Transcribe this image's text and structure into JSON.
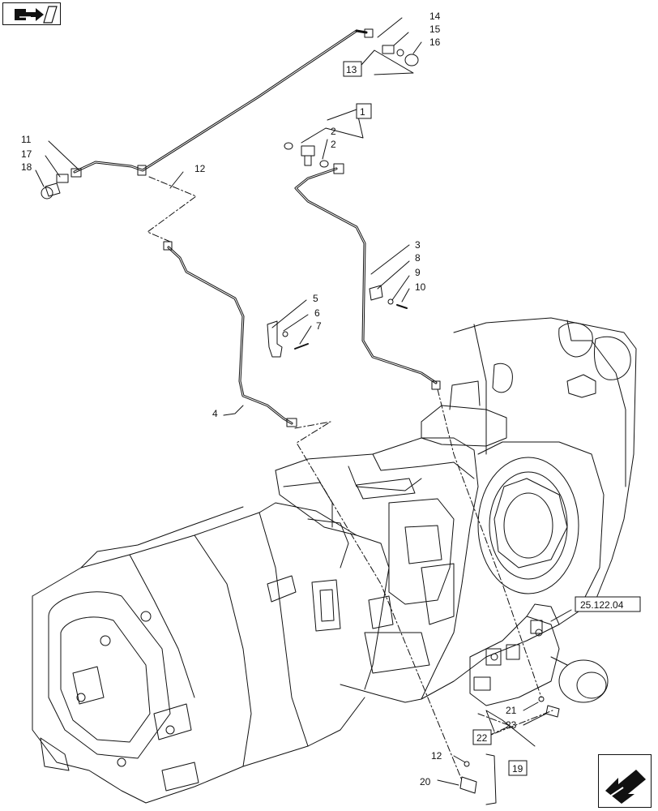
{
  "labels": {
    "l1": "1",
    "l2a": "2",
    "l2b": "2",
    "l3": "3",
    "l4": "4",
    "l5": "5",
    "l6": "6",
    "l7": "7",
    "l8": "8",
    "l9": "9",
    "l10": "10",
    "l11": "11",
    "l12a": "12",
    "l12b": "12",
    "l13": "13",
    "l14": "14",
    "l15": "15",
    "l16": "16",
    "l17": "17",
    "l18": "18",
    "l19": "19",
    "l20": "20",
    "l21": "21",
    "l22": "22",
    "l23": "23",
    "ref": "25.122.04"
  },
  "icons": {
    "top_left": "book-arrow-icon",
    "bottom_right": "next-page-arrow-icon"
  },
  "colors": {
    "line": "#111111",
    "background": "#ffffff"
  }
}
